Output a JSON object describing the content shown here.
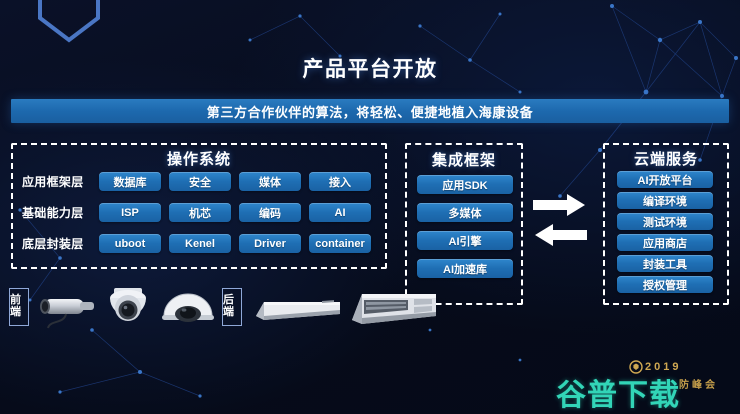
{
  "slide": {
    "title": "产品平台开放",
    "banner": "第三方合作伙伴的算法，将轻松、便捷地植入海康设备"
  },
  "colors": {
    "background": "#070d1e",
    "banner_blue": "#1d69ae",
    "pill_blue": "#1f6fb4",
    "dashed_border": "#ffffff",
    "watermark_teal": "#35e0c0",
    "logo_gold": "#c8a14e",
    "hex_outline": "#4a76c4"
  },
  "os_panel": {
    "title": "操作系统",
    "rows": [
      {
        "label": "应用框架层",
        "items": [
          "数据库",
          "安全",
          "媒体",
          "接入"
        ]
      },
      {
        "label": "基础能力层",
        "items": [
          "ISP",
          "机芯",
          "编码",
          "AI"
        ]
      },
      {
        "label": "底层封装层",
        "items": [
          "uboot",
          "Kenel",
          "Driver",
          "container"
        ]
      }
    ]
  },
  "integration_panel": {
    "title": "集成框架",
    "items": [
      "应用SDK",
      "多媒体",
      "AI引擎",
      "AI加速库"
    ]
  },
  "arrows": {
    "right_arrow": "arrow-right-icon",
    "left_arrow": "arrow-left-icon"
  },
  "cloud_panel": {
    "title": "云端服务",
    "items": [
      "AI开放平台",
      "编译环境",
      "测试环境",
      "应用商店",
      "封装工具",
      "授权管理"
    ]
  },
  "devices": {
    "front_tier_label": "前端",
    "back_tier_label": "后端",
    "front_devices": [
      "bullet-camera-icon",
      "ptz-dome-camera-icon",
      "dome-camera-icon"
    ],
    "back_devices": [
      "nvr-recorder-icon",
      "rack-server-icon"
    ]
  },
  "watermark": {
    "text": "谷普下载",
    "logo_year": "2019",
    "logo_sub": "防峰会"
  }
}
